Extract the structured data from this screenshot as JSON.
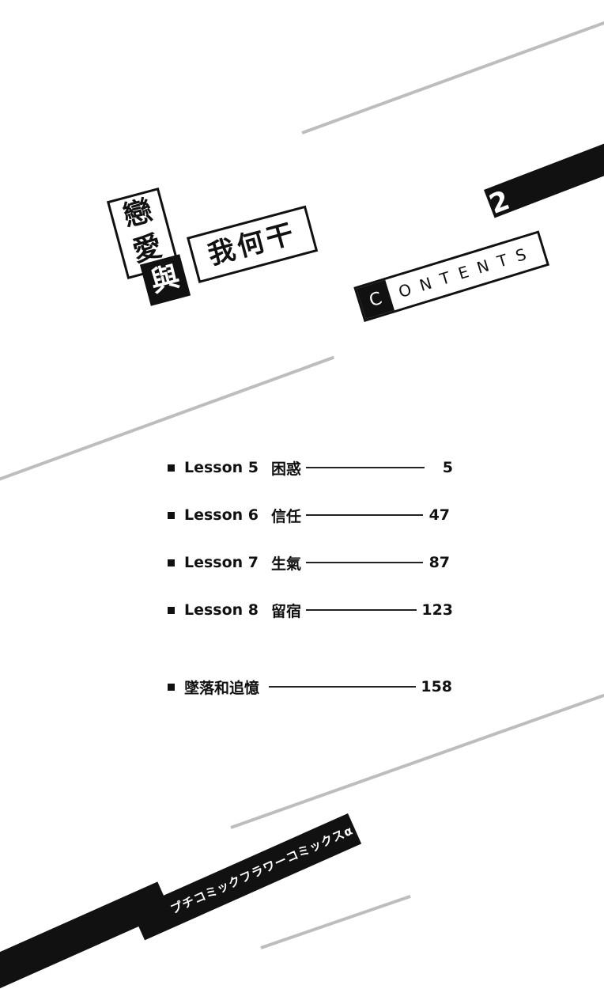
{
  "logo": {
    "title_vertical": [
      "戀",
      "愛"
    ],
    "title_badge": "與",
    "title_horizontal": "我何干"
  },
  "volume_number": "2",
  "contents_label": {
    "first_letter": "C",
    "rest": "ONTENTS"
  },
  "toc": [
    {
      "lesson": "Lesson 5",
      "title": "困惑",
      "page": "5"
    },
    {
      "lesson": "Lesson 6",
      "title": "信任",
      "page": "47"
    },
    {
      "lesson": "Lesson 7",
      "title": "生氣",
      "page": "87"
    },
    {
      "lesson": "Lesson 8",
      "title": "留宿",
      "page": "123"
    },
    {
      "lesson": "",
      "title": "墜落和追憶",
      "page": "158"
    }
  ],
  "imprint": "プチコミックフラワーコミックスα",
  "colors": {
    "ink": "#111111",
    "rule_gray": "#bdbdbd",
    "paper": "#ffffff"
  }
}
